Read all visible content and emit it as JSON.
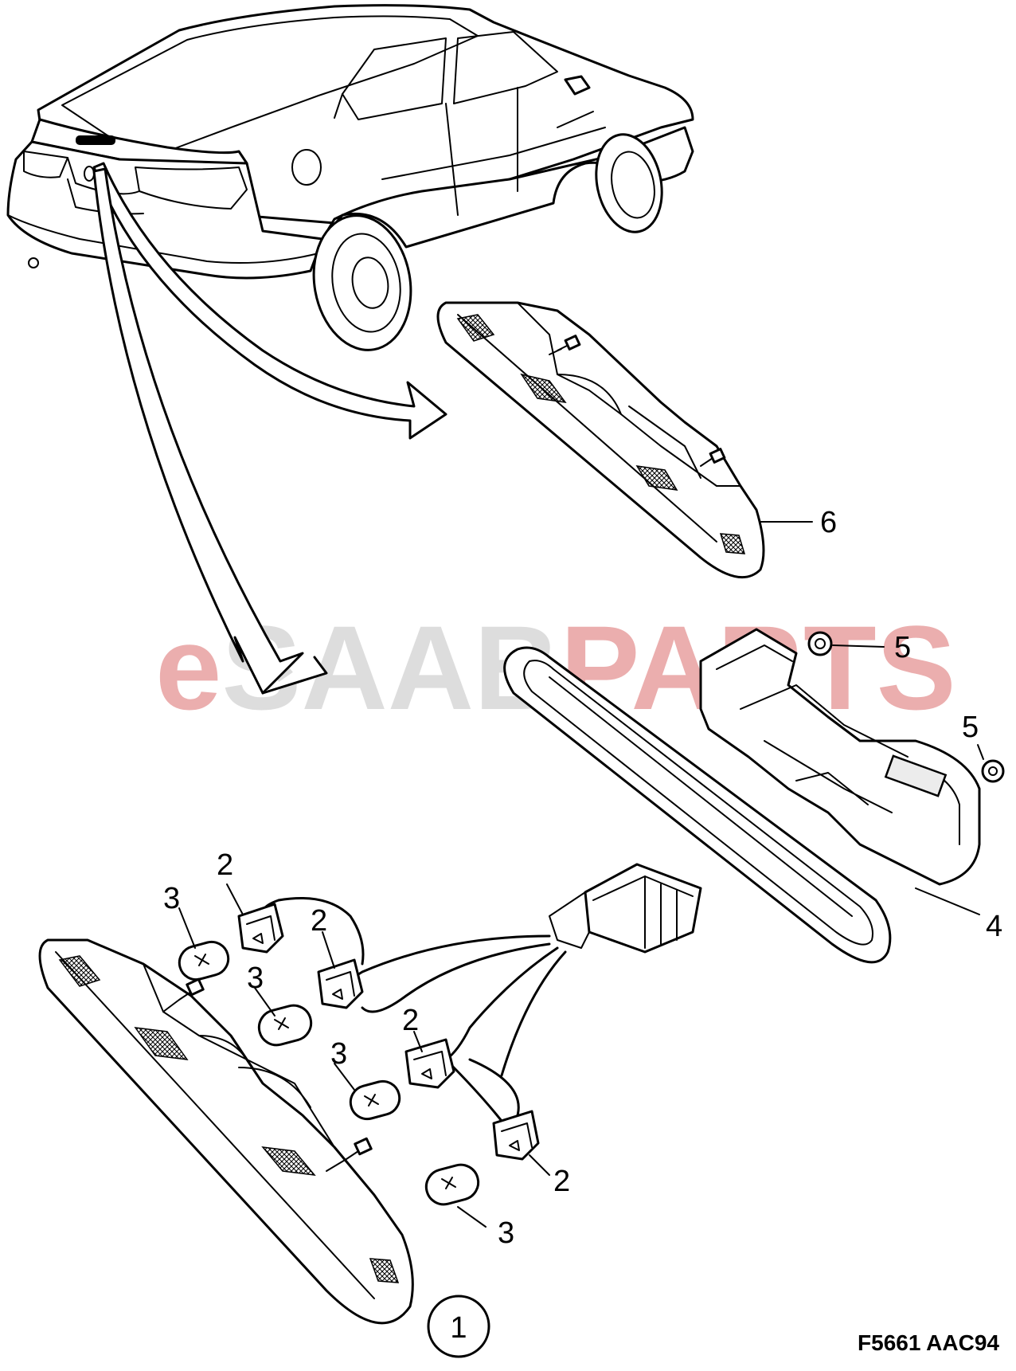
{
  "watermark": {
    "prefix": "e",
    "middle": "SAAB",
    "suffix": "PARTS",
    "color_prefix": "#e8a0a0",
    "color_middle": "#d8d8d8",
    "color_suffix": "#e8a0a0"
  },
  "callouts": {
    "c2a": "2",
    "c3a": "3",
    "c2b": "2",
    "c3b": "3",
    "c2c": "2",
    "c3c": "3",
    "c2d": "2",
    "c3d": "3",
    "c4": "4",
    "c5a": "5",
    "c5b": "5",
    "c6": "6"
  },
  "assembly_number": "1",
  "figure_code": "F5661 AAC94"
}
